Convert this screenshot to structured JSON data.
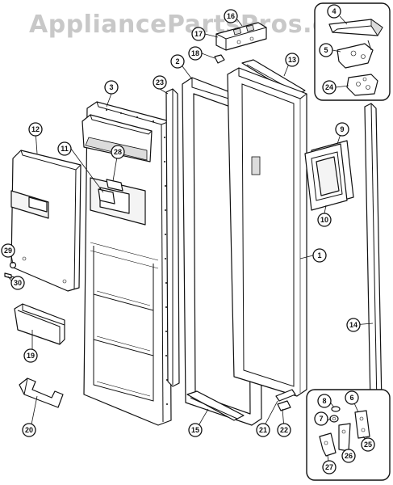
{
  "watermark": "AppliancePartsPros.com",
  "parts": [
    {
      "id": "p1",
      "label": "1"
    },
    {
      "id": "p2",
      "label": "2"
    },
    {
      "id": "p3",
      "label": "3"
    },
    {
      "id": "p4",
      "label": "4"
    },
    {
      "id": "p5",
      "label": "5"
    },
    {
      "id": "p6",
      "label": "6"
    },
    {
      "id": "p7",
      "label": "7"
    },
    {
      "id": "p8",
      "label": "8"
    },
    {
      "id": "p9",
      "label": "9"
    },
    {
      "id": "p10",
      "label": "10"
    },
    {
      "id": "p11",
      "label": "11"
    },
    {
      "id": "p12",
      "label": "12"
    },
    {
      "id": "p13",
      "label": "13"
    },
    {
      "id": "p14",
      "label": "14"
    },
    {
      "id": "p15",
      "label": "15"
    },
    {
      "id": "p16",
      "label": "16"
    },
    {
      "id": "p17",
      "label": "17"
    },
    {
      "id": "p18",
      "label": "18"
    },
    {
      "id": "p19",
      "label": "19"
    },
    {
      "id": "p20",
      "label": "20"
    },
    {
      "id": "p21",
      "label": "21"
    },
    {
      "id": "p22",
      "label": "22"
    },
    {
      "id": "p23",
      "label": "23"
    },
    {
      "id": "p24",
      "label": "24"
    },
    {
      "id": "p25",
      "label": "25"
    },
    {
      "id": "p26",
      "label": "26"
    },
    {
      "id": "p27",
      "label": "27"
    },
    {
      "id": "p28",
      "label": "28"
    },
    {
      "id": "p29",
      "label": "29"
    },
    {
      "id": "p30",
      "label": "30"
    }
  ]
}
